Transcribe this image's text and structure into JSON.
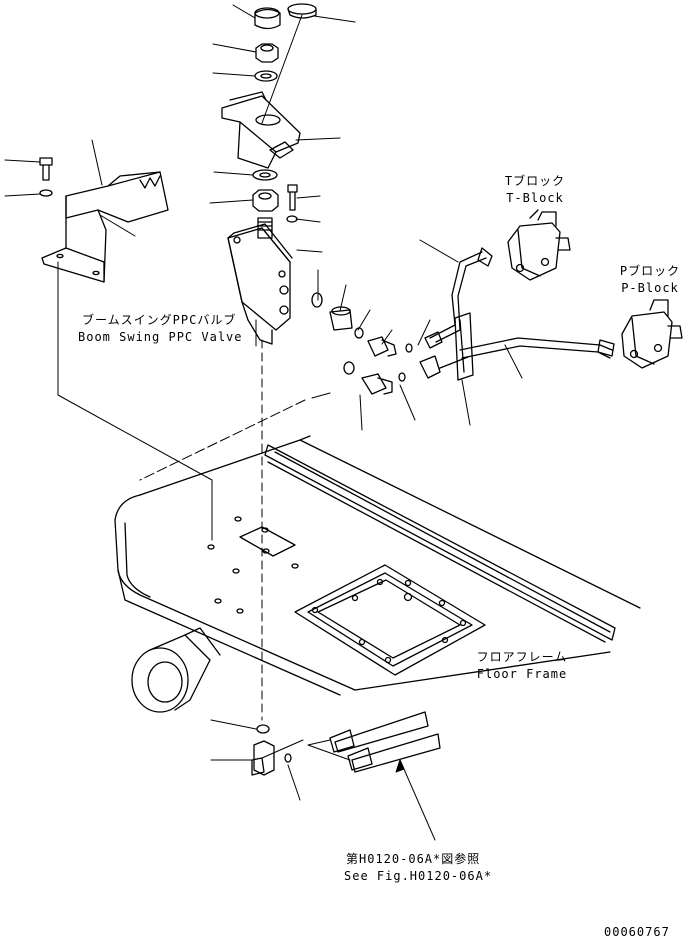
{
  "labels": {
    "boom_swing_valve_jp": "ブームスイングPPCバルブ",
    "boom_swing_valve_en": "Boom Swing PPC Valve",
    "t_block_jp": "Tブロック",
    "t_block_en": "T-Block",
    "p_block_jp": "Pブロック",
    "p_block_en": "P-Block",
    "floor_frame_jp": "フロアフレーム",
    "floor_frame_en": "Floor Frame",
    "see_fig_jp": "第H0120-06A*図参照",
    "see_fig_en": "See Fig.H0120-06A*",
    "drawing_number": "00060767"
  }
}
